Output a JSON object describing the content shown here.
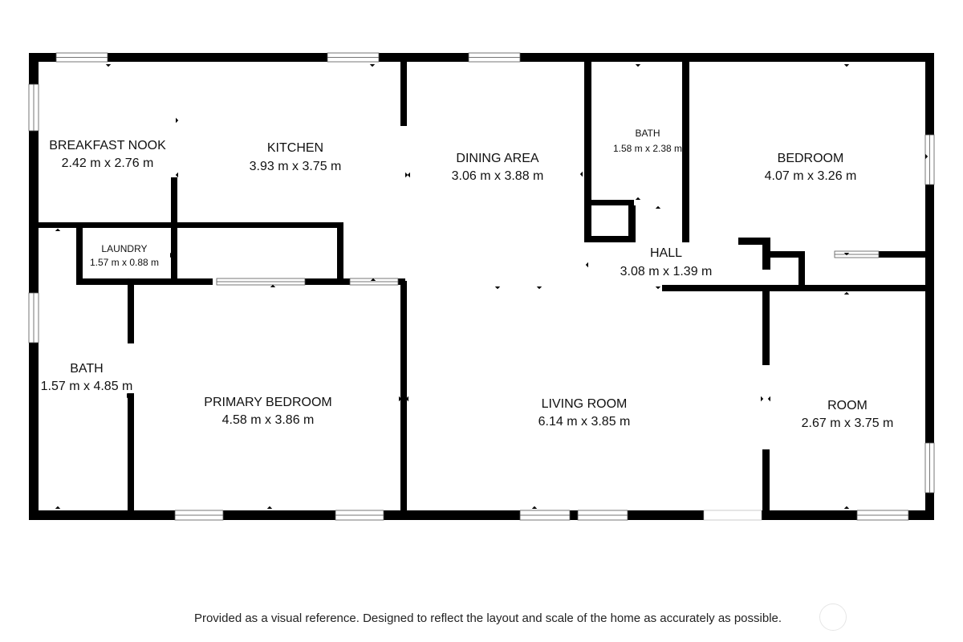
{
  "floor_plan": {
    "rooms": [
      {
        "id": "breakfast-nook",
        "name": "BREAKFAST NOOK",
        "dims": "2.42 m x 2.76 m"
      },
      {
        "id": "kitchen",
        "name": "KITCHEN",
        "dims": "3.93 m x 3.75 m"
      },
      {
        "id": "dining-area",
        "name": "DINING AREA",
        "dims": "3.06 m x 3.88 m"
      },
      {
        "id": "bath-upper",
        "name": "BATH",
        "dims": "1.58 m x 2.38 m"
      },
      {
        "id": "bedroom",
        "name": "BEDROOM",
        "dims": "4.07 m x 3.26 m"
      },
      {
        "id": "laundry",
        "name": "LAUNDRY",
        "dims": "1.57 m x 0.88 m"
      },
      {
        "id": "hall",
        "name": "HALL",
        "dims": "3.08 m x 1.39 m"
      },
      {
        "id": "bath-left",
        "name": "BATH",
        "dims": "1.57 m x 4.85 m"
      },
      {
        "id": "primary-bedroom",
        "name": "PRIMARY BEDROOM",
        "dims": "4.58 m x 3.86 m"
      },
      {
        "id": "living-room",
        "name": "LIVING ROOM",
        "dims": "6.14 m x 3.85 m"
      },
      {
        "id": "room",
        "name": "ROOM",
        "dims": "2.67 m x 3.75 m"
      }
    ]
  },
  "footer": {
    "disclaimer": "Provided as a visual reference. Designed to reflect the layout and scale of the home as accurately as possible."
  },
  "colors": {
    "wall": "#000000",
    "window": "#ffffff",
    "background": "#ffffff"
  }
}
